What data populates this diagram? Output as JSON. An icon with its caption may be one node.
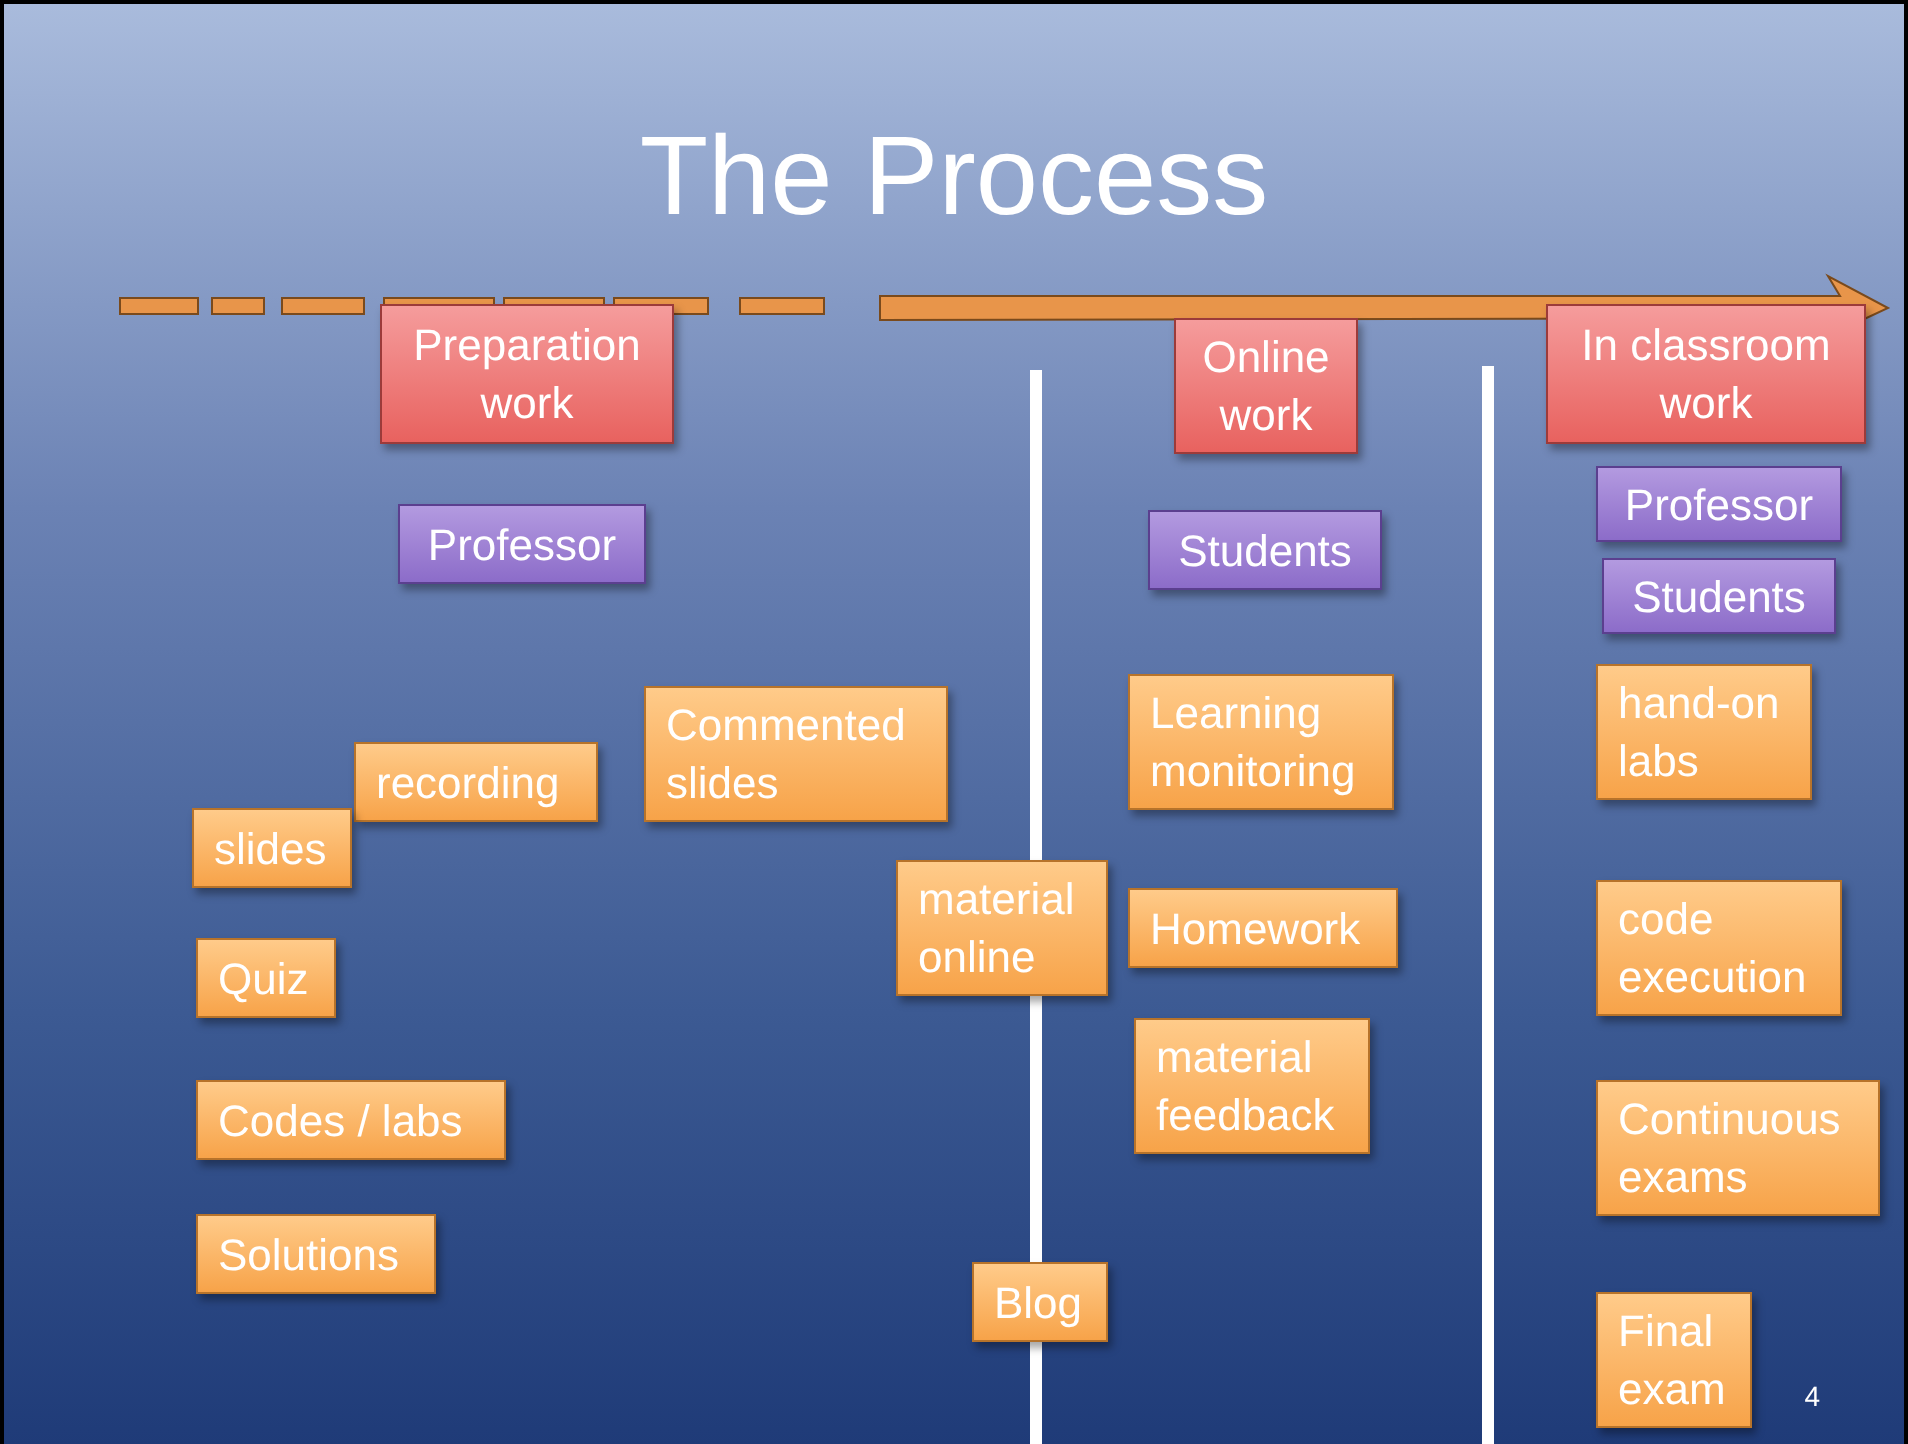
{
  "diagram": {
    "title": "The Process",
    "nodes": [
      {
        "text": [
          "Preparation work"
        ]
      },
      {
        "text": [
          "Online work"
        ]
      },
      {
        "text": [
          "In classroom work"
        ]
      },
      {
        "text": [
          "Professor"
        ]
      },
      {
        "text": [
          "Students"
        ]
      },
      {
        "text": [
          "Professor"
        ]
      },
      {
        "text": [
          "Students"
        ]
      },
      {
        "text": [
          "Commented slides"
        ]
      },
      {
        "text": [
          "recording"
        ]
      },
      {
        "text": [
          "slides"
        ]
      },
      {
        "text": [
          "Quiz"
        ]
      },
      {
        "text": [
          "Codes / labs"
        ]
      },
      {
        "text": [
          "Solutions"
        ]
      },
      {
        "text": [
          "material online"
        ]
      },
      {
        "text": [
          "Learning monitoring"
        ]
      },
      {
        "text": [
          "Homework"
        ]
      },
      {
        "text": [
          "material feedback"
        ]
      },
      {
        "text": [
          "Blog"
        ]
      },
      {
        "text": [
          "hand-on labs"
        ]
      },
      {
        "text": [
          "code execution"
        ]
      },
      {
        "text": [
          "Continuous exams"
        ]
      },
      {
        "text": [
          "Final exam"
        ]
      }
    ],
    "labels": [
      "4"
    ]
  }
}
